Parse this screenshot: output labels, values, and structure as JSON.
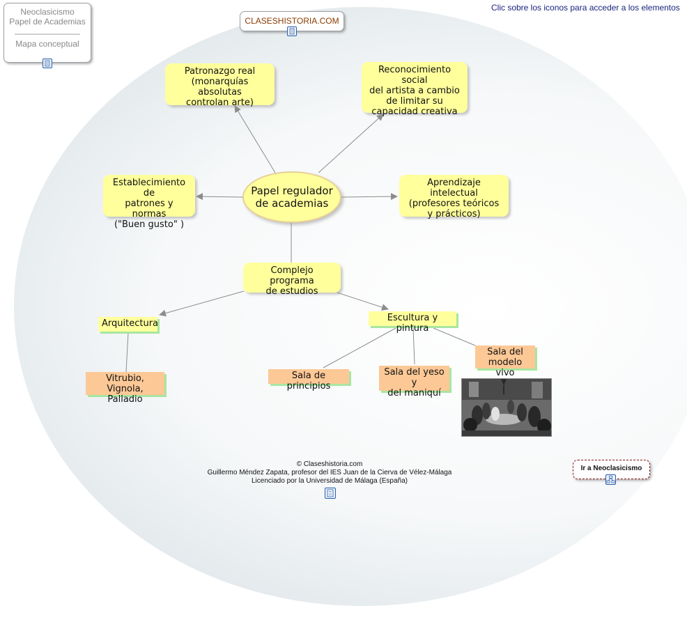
{
  "header": {
    "hint": "Clic sobre los iconos para acceder a los elementos"
  },
  "info_box": {
    "line1": "Neoclasicismo",
    "line2": "Papel de Academias",
    "line3": "______________",
    "line4": "Mapa conceptual",
    "icon": "document-icon"
  },
  "site_box": {
    "label": "CLASESHISTORIA.COM",
    "color": "#8b3a00",
    "icon": "document-icon"
  },
  "nav_box": {
    "label": "Ir a Neoclasicismo",
    "icon": "concept-map-icon"
  },
  "map": {
    "center": {
      "line1": "Papel regulador",
      "line2": "de academias"
    },
    "patronazgo": {
      "line1": "Patronazgo real",
      "line2": "(monarquías absolutas",
      "line3": "controlan arte)"
    },
    "reconocimiento": {
      "line1": "Reconocimiento social",
      "line2": "del artista a cambio",
      "line3": "de limitar su",
      "line4": "capacidad creativa"
    },
    "establecimiento": {
      "line1": "Establecimiento de",
      "line2": "patrones y normas",
      "line3": "(\"Buen gusto\" )"
    },
    "aprendizaje": {
      "line1": "Aprendizaje intelectual",
      "line2": "(profesores teóricos",
      "line3": "y prácticos)"
    },
    "complejo": {
      "line1": "Complejo programa",
      "line2": "de estudios"
    },
    "arquitectura": {
      "label": "Arquitectura"
    },
    "escultura": {
      "label": "Escultura y pintura"
    },
    "vitrubio": {
      "line1": "Vitrubio, Vignola,",
      "line2": "Palladio"
    },
    "principios": {
      "label": "Sala de principios"
    },
    "yeso": {
      "line1": "Sala del yeso y",
      "line2": "del maniquí"
    },
    "modelo": {
      "line1": "Sala del",
      "line2": "modelo vivo"
    }
  },
  "credits": {
    "line1": "© Claseshistoria.com",
    "line2": "Guillermo Méndez Zapata, profesor del IES Juan de la Cierva de Vélez-Málaga",
    "line3": "Licenciado por la Universidad de Málaga (España)",
    "icon": "document-icon"
  },
  "colors": {
    "concept_fill": "#ffff9c",
    "leaf_fill": "#fcc896",
    "link": "#8c8c8c",
    "icon_blue": "#2a5da8"
  }
}
